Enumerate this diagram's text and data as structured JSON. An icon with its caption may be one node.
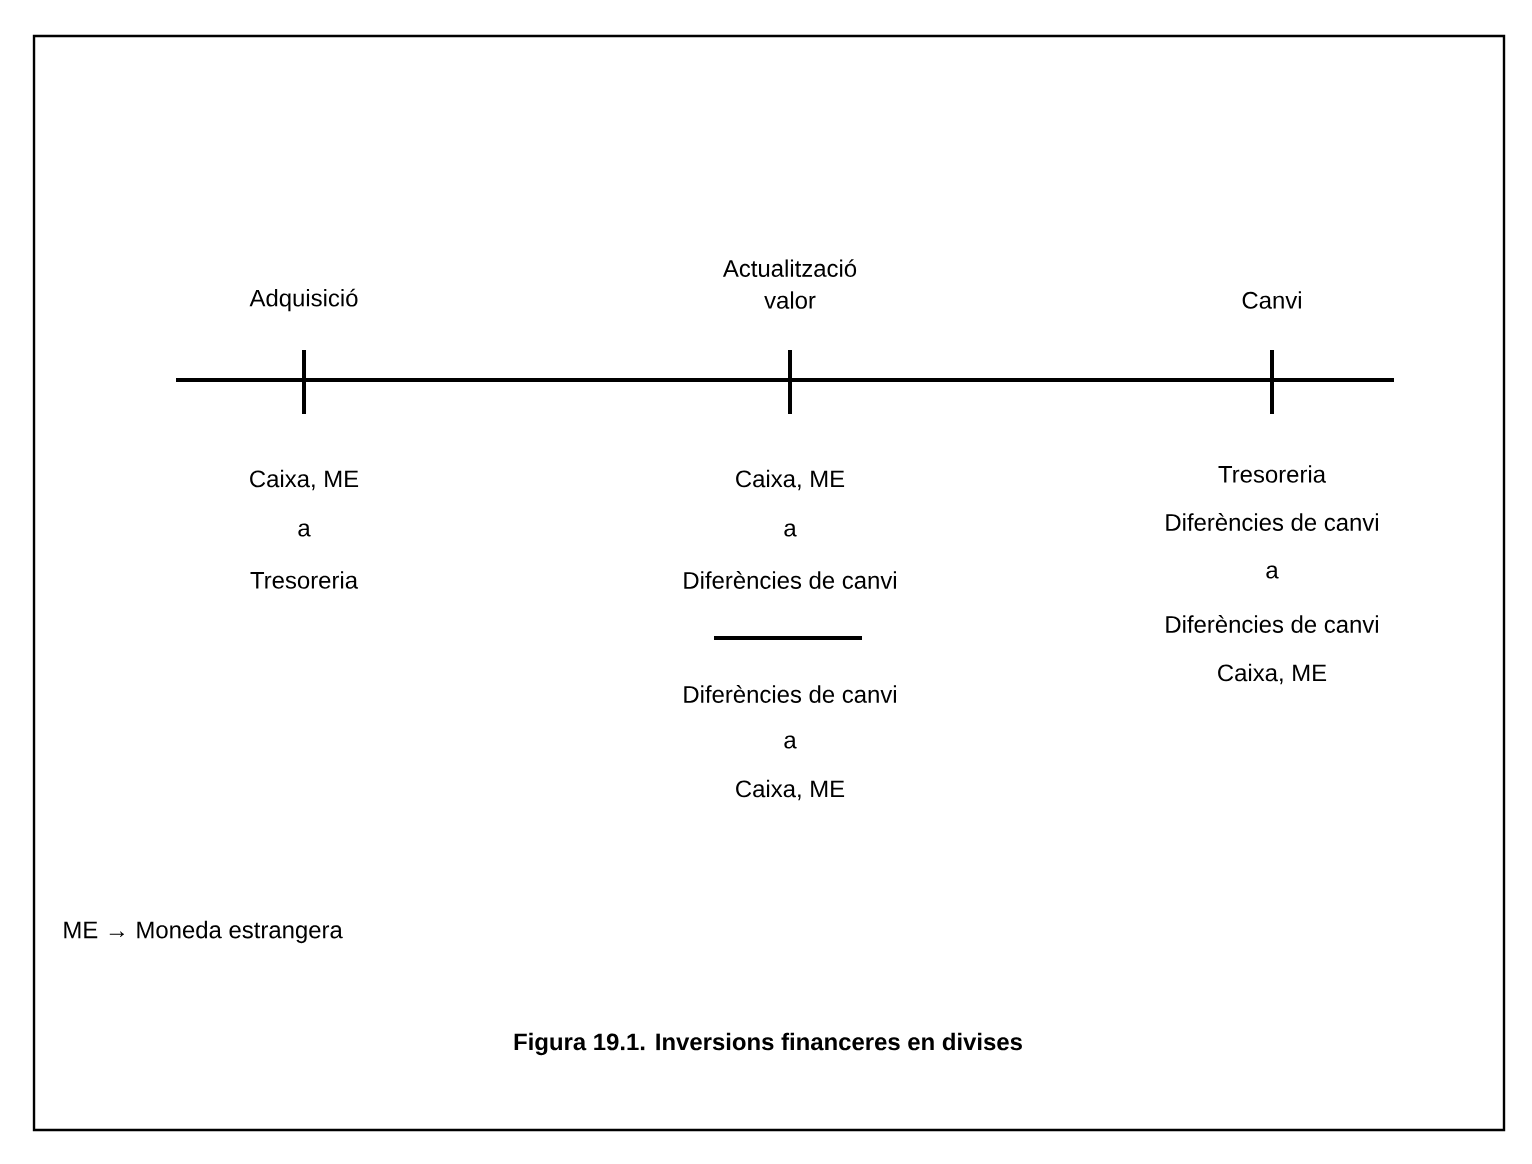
{
  "diagram": {
    "caption": "Figura 19.1. Inversions financeres en divises",
    "labels": [
      "Adquisició",
      "Actualització valor",
      "Canvi",
      "Caixa, ME",
      "a",
      "Tresoreria",
      "Caixa, ME",
      "a",
      "Diferències de canvi",
      "Diferències de canvi",
      "a",
      "Caixa, ME",
      "Tresoreria",
      "Diferències de canvi",
      "a",
      "Diferències de canvi",
      "Caixa, ME",
      "ME → Moneda estrangera"
    ]
  }
}
